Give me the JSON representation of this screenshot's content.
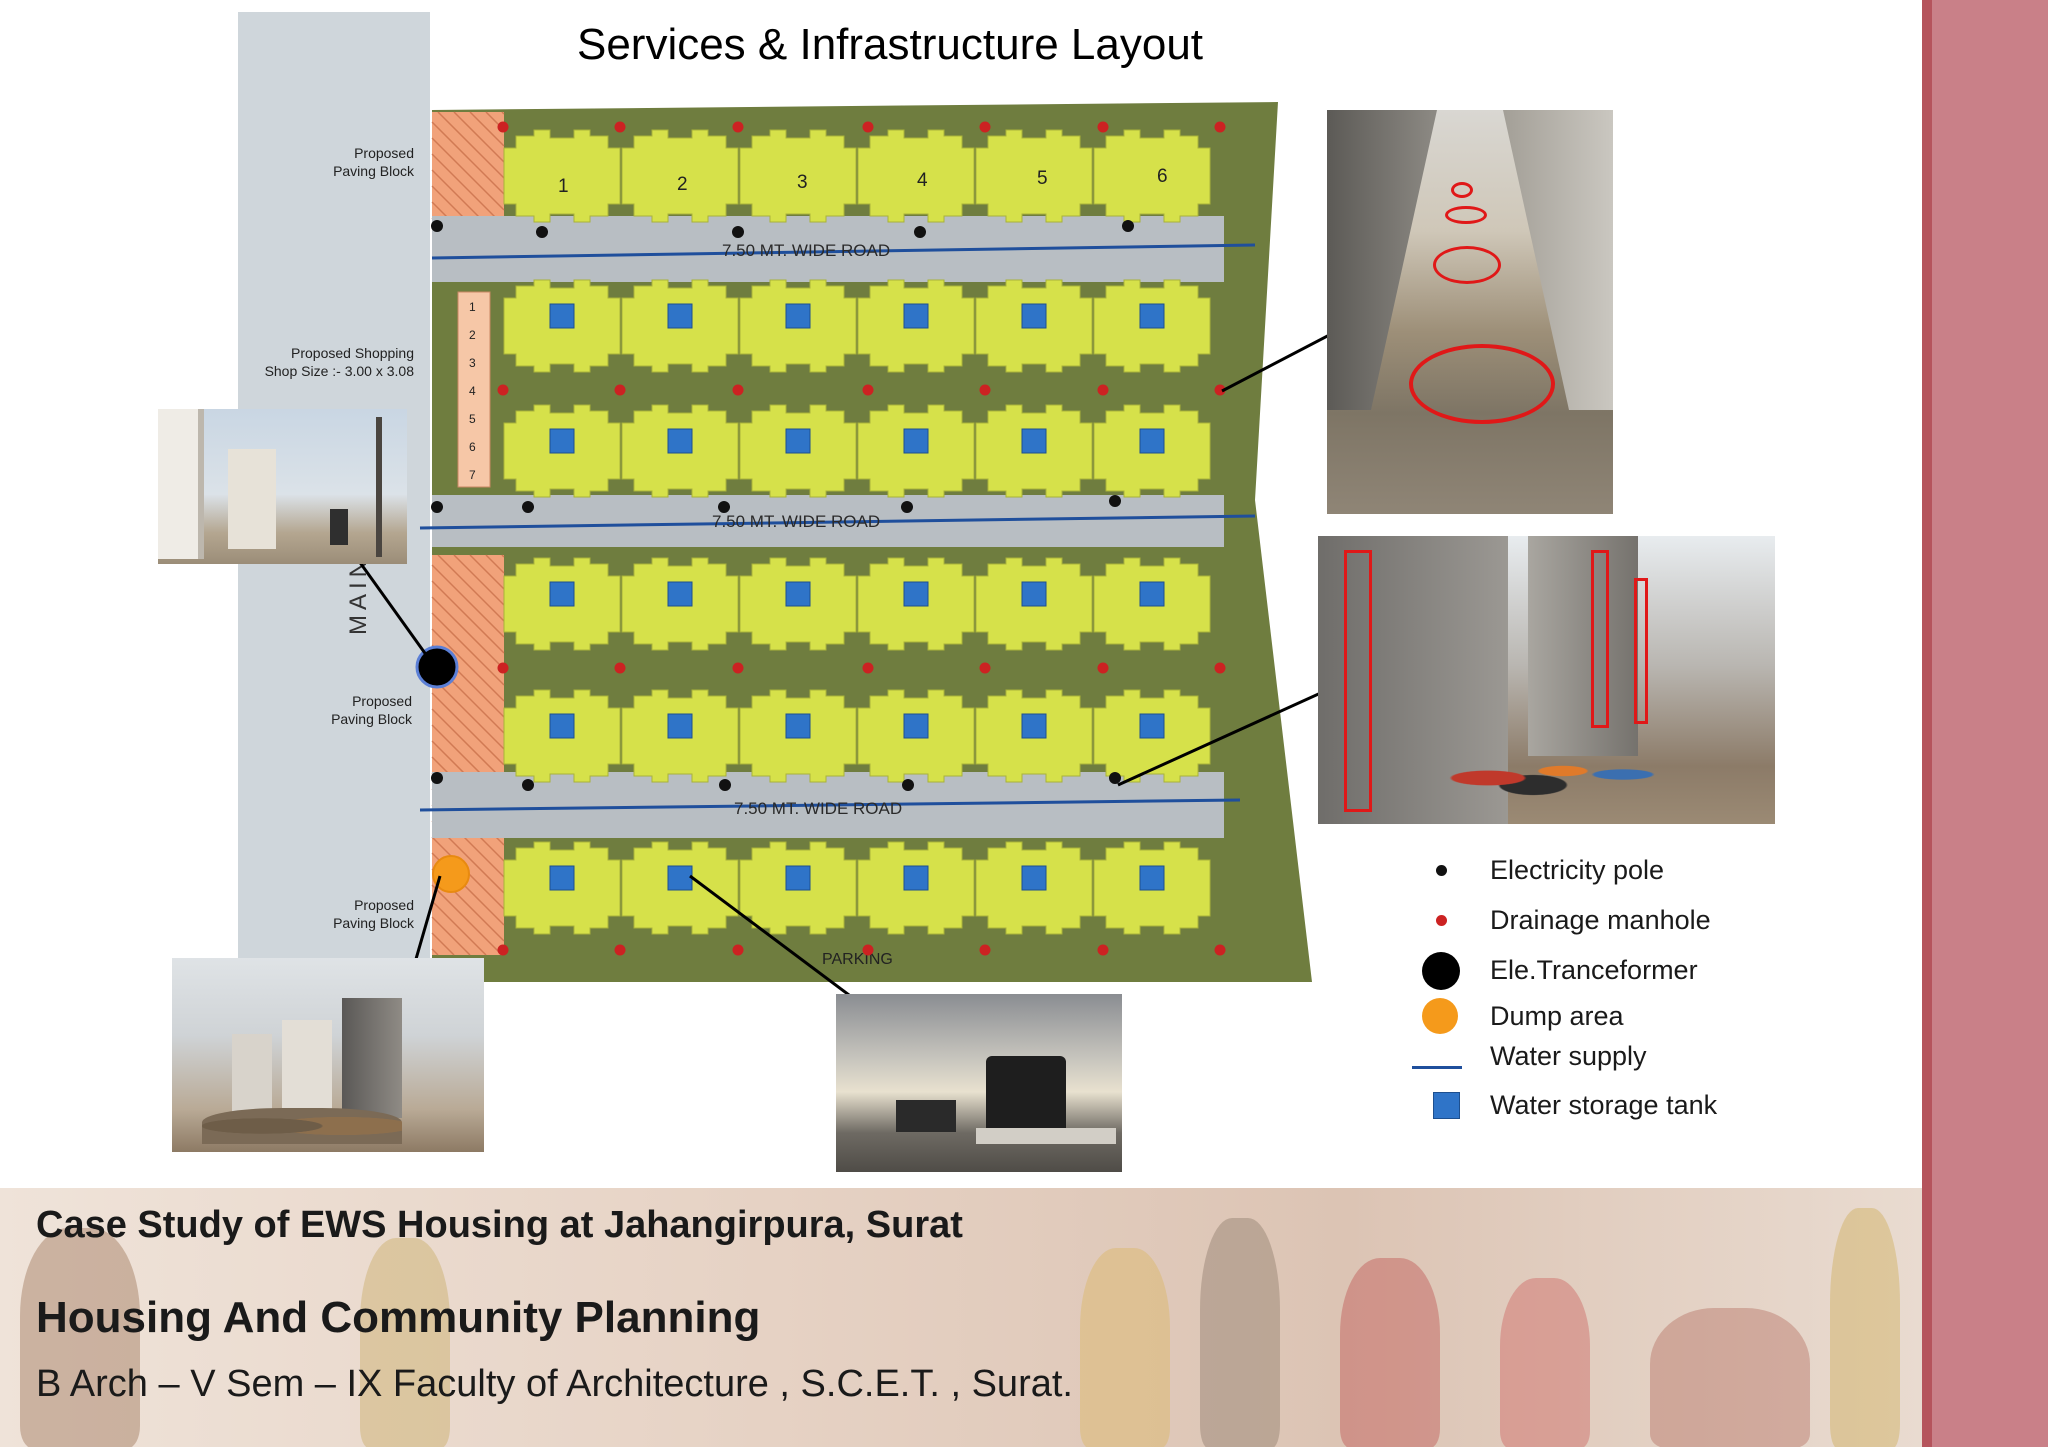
{
  "title": "Services & Infrastructure Layout",
  "plan": {
    "main_road_label": "MAIN",
    "road_labels": [
      "7.50   MT.    WIDE   ROAD",
      "7.50   MT.    WIDE   ROAD",
      "7.50   MT.    WIDE   ROAD"
    ],
    "paving_labels": [
      {
        "line1": "Proposed",
        "line2": "Paving Block"
      },
      {
        "line1": "Proposed",
        "line2": "Paving Block"
      },
      {
        "line1": "Proposed",
        "line2": "Paving Block"
      }
    ],
    "shopping_label": {
      "line1": "Proposed Shopping",
      "line2": "Shop Size :- 3.00 x 3.08"
    },
    "shop_numbers": [
      "1",
      "2",
      "3",
      "4",
      "5",
      "6",
      "7"
    ],
    "block_numbers_row1": [
      "1",
      "2",
      "3",
      "4",
      "5",
      "6"
    ],
    "parking_label": "PARKING"
  },
  "legend": [
    {
      "symbol": "small-black-dot",
      "label": "Electricity pole"
    },
    {
      "symbol": "small-red-dot",
      "label": "Drainage manhole"
    },
    {
      "symbol": "large-black-dot",
      "label": "Ele.Tranceformer"
    },
    {
      "symbol": "orange-dot",
      "label": "Dump area"
    },
    {
      "symbol": "blue-line",
      "label": "Water supply"
    },
    {
      "symbol": "blue-square",
      "label": "Water storage tank"
    }
  ],
  "colors": {
    "block": "#d6e14a",
    "site": "#6f7d3f",
    "road": "#b8bec3",
    "main_road": "#cfd6db",
    "paving": "#f1a27a",
    "water_line": "#1f4f9c",
    "manhole": "#cc2222",
    "pole": "#111111",
    "tank": "#2f74c8",
    "dump": "#f59a1b",
    "accent_band": "#c98088"
  },
  "footer": {
    "line1": "Case Study of EWS Housing at Jahangirpura, Surat",
    "line2": "Housing  And  Community Planning",
    "line3": "B Arch – V   Sem – IX  Faculty of Architecture  , S.C.E.T. , Surat."
  }
}
